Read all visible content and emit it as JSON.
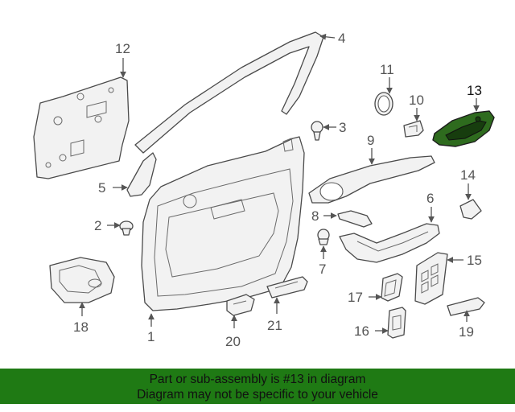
{
  "callouts": {
    "c1": "1",
    "c2": "2",
    "c3": "3",
    "c4": "4",
    "c5": "5",
    "c6": "6",
    "c7": "7",
    "c8": "8",
    "c9": "9",
    "c10": "10",
    "c11": "11",
    "c12": "12",
    "c13": "13",
    "c14": "14",
    "c15": "15",
    "c16": "16",
    "c17": "17",
    "c18": "18",
    "c19": "19",
    "c20": "20",
    "c21": "21"
  },
  "highlight_callout": "13",
  "colors": {
    "banner_bg": "#1f7a14",
    "highlight_part": "#2e6b1e"
  },
  "banner": {
    "line1": "Part or sub-assembly is #13 in diagram",
    "line2": "Diagram may not be specific to your vehicle"
  }
}
